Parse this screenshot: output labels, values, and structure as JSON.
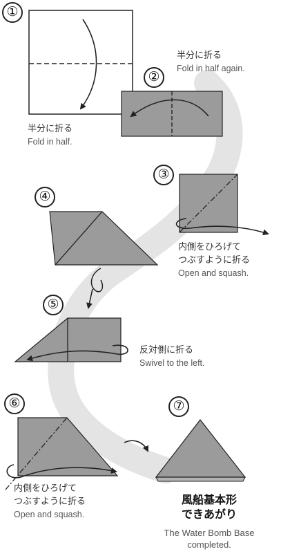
{
  "steps": [
    {
      "number": "①"
    },
    {
      "number": "②",
      "caption_jp": "半分に折る",
      "caption_en": "Fold in half again."
    },
    {
      "number": "③",
      "caption_jp_1": "内側をひろげて",
      "caption_jp_2": "つぶすように折る",
      "caption_en": "Open and squash."
    },
    {
      "number": "④"
    },
    {
      "number": "⑤",
      "caption_jp": "反対側に折る",
      "caption_en": "Swivel to the left."
    },
    {
      "number": "⑥",
      "caption_jp_1": "内側をひろげて",
      "caption_jp_2": "つぶすように折る",
      "caption_en": "Open and squash."
    },
    {
      "number": "⑦"
    }
  ],
  "step1_caption": {
    "jp": "半分に折る",
    "en": "Fold in half."
  },
  "final": {
    "title_1": "風船基本形",
    "title_2": "できあがり",
    "en_1": "The Water Bomb Base",
    "en_2": "completed."
  },
  "colors": {
    "paper": "#9b9b9b",
    "paper_light": "#b3b3b3",
    "path_ribbon": "#e4e4e4",
    "line": "#222222"
  }
}
